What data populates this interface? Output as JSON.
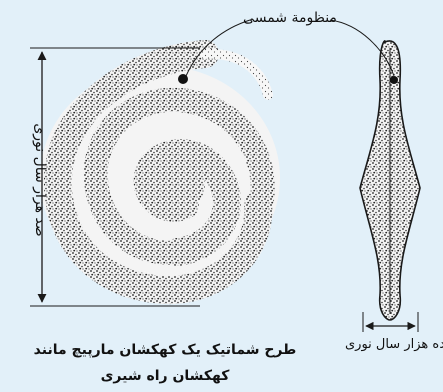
{
  "labels": {
    "solar_system": "منظومة شمسی",
    "diameter": "صد هزار سال نوری",
    "thickness": "ده هزار سال نوری",
    "caption_line1": "طرح شماتیک یک کهکشان مارپیچ مانند",
    "caption_line2": "کهکشان راه شیری"
  },
  "colors": {
    "background": "#e2f0f9",
    "ink": "#1a1a1a"
  }
}
